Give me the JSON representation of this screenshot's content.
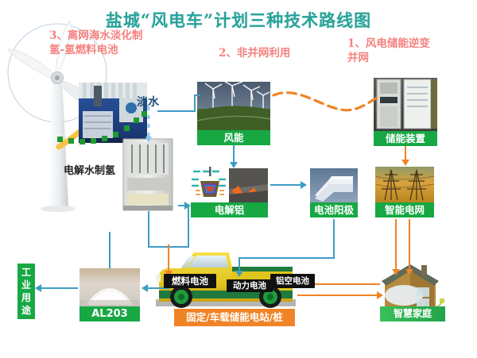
{
  "title": "盐城“风电车”计划三种技术路线图",
  "notes": [
    {
      "id": "route-3",
      "text": "3、离网海水淡化制\n氢-氢燃料电池"
    },
    {
      "id": "route-2",
      "text": "2、非并网利用"
    },
    {
      "id": "route-1",
      "text": "1、风电储能逆变\n并网"
    }
  ],
  "plain_labels": {
    "fresh_water": "淡水",
    "water_electrolysis_hydrogen": "电解水制氢"
  },
  "nodes": [
    {
      "id": "wind",
      "caption": "风能",
      "image": "wind-farm-photo"
    },
    {
      "id": "storage",
      "caption": "储能装置",
      "image": "energy-storage-cabinet-photo"
    },
    {
      "id": "aluminum",
      "caption": "电解铝",
      "image": "aluminum-electrolysis-photo"
    },
    {
      "id": "anode",
      "caption": "电池阳极",
      "image": "battery-anode-photo"
    },
    {
      "id": "grid",
      "caption": "智能电网",
      "image": "power-pylons-photo"
    },
    {
      "id": "al2o3",
      "caption": "AL203",
      "image": "white-powder-photo"
    },
    {
      "id": "smarthome",
      "caption": "智慧家庭",
      "image": "smart-house-illustration"
    }
  ],
  "vertical_label": {
    "id": "industrial-use",
    "chars": [
      "工",
      "业",
      "用",
      "途"
    ]
  },
  "orange_bar": "固定/车载储能电站/桩",
  "truck_chips": [
    {
      "id": "fuel-cell",
      "text": "燃料电池"
    },
    {
      "id": "power-battery",
      "text": "动力电池"
    },
    {
      "id": "al-air-battery",
      "text": "铝空电池"
    }
  ],
  "colors": {
    "title": "#2aa39a",
    "note_red": "#f4817f",
    "green_caption": "#17a844",
    "orange_flow": "#f08326",
    "blue_flow": "#3d9cc4",
    "fresh_water_label": "#1f4e79",
    "chip_bg": "#111111"
  }
}
